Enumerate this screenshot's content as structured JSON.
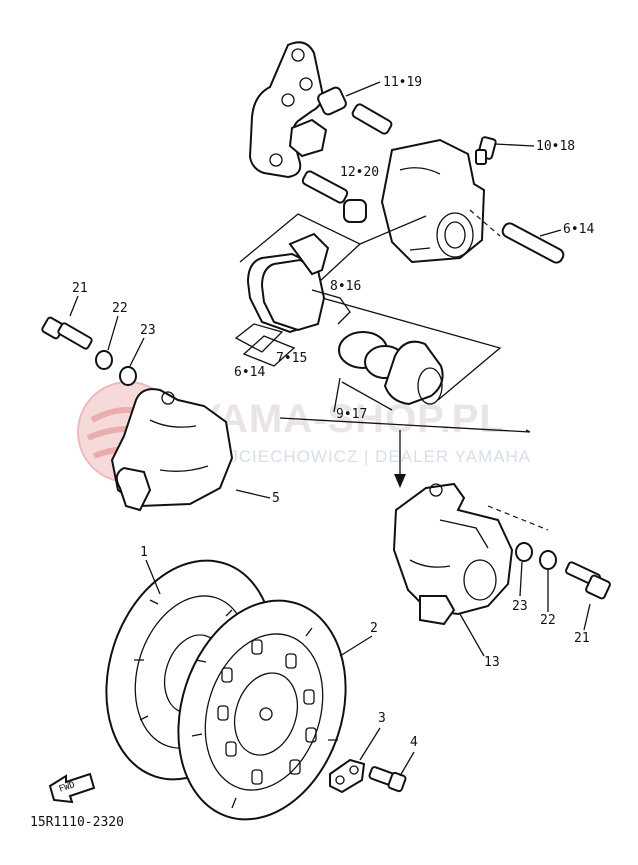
{
  "labels": {
    "l_11_19": "11•19",
    "l_10_18": "10•18",
    "l_12_20": "12•20",
    "l_6_14_a": "6•14",
    "l_8_16": "8•16",
    "l_21_a": "21",
    "l_22_a": "22",
    "l_23_a": "23",
    "l_7_15": "7•15",
    "l_6_14_b": "6•14",
    "l_9_17": "9•17",
    "l_5": "5",
    "l_1": "1",
    "l_2": "2",
    "l_23_b": "23",
    "l_22_b": "22",
    "l_21_b": "21",
    "l_13": "13",
    "l_3": "3",
    "l_4": "4",
    "fwd": "FWD",
    "code": "15R1110-2320"
  },
  "watermark": {
    "line1": "YAMA-SHOP.PL",
    "line2": "WOJCIECHOWICZ | DEALER YAMAHA"
  },
  "colors": {
    "ink": "#111111",
    "watermark_logo": "#e26a6a"
  }
}
